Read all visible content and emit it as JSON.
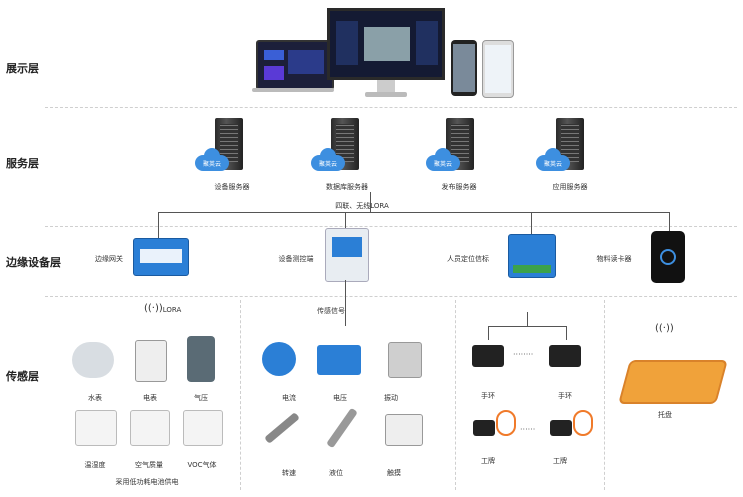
{
  "layers": {
    "display": "展示层",
    "service": "服务层",
    "edge": "边缘设备层",
    "sensing": "传感层"
  },
  "servers": [
    {
      "cloud": "聚英云",
      "label": "设备服务器"
    },
    {
      "cloud": "聚英云",
      "label": "数据库服务器"
    },
    {
      "cloud": "聚英云",
      "label": "发布服务器"
    },
    {
      "cloud": "聚英云",
      "label": "应用服务器"
    }
  ],
  "network_label": "四联、无线LORA",
  "edge_devices": {
    "gateway": "边缘网关",
    "controller": "设备测控端",
    "locator": "人员定位信标",
    "reader": "物料读卡器"
  },
  "lora_label": "LORA",
  "transmit_label": "传感信号",
  "sensors_left": [
    "水表",
    "电表",
    "气压",
    "温湿度",
    "空气质量",
    "VOC气体"
  ],
  "sensors_left_note": "采用低功耗电池供电",
  "sensors_mid": [
    "电流",
    "电压",
    "振动",
    "转速",
    "液位",
    "触摸"
  ],
  "wearables": [
    "手环",
    "手环",
    "工牌",
    "工牌"
  ],
  "tray_label": "托盘",
  "colors": {
    "cloud": "#3d8fe0",
    "device_blue": "#2b7fd6",
    "tray": "#f0a23a",
    "green": "#3ca24a"
  }
}
